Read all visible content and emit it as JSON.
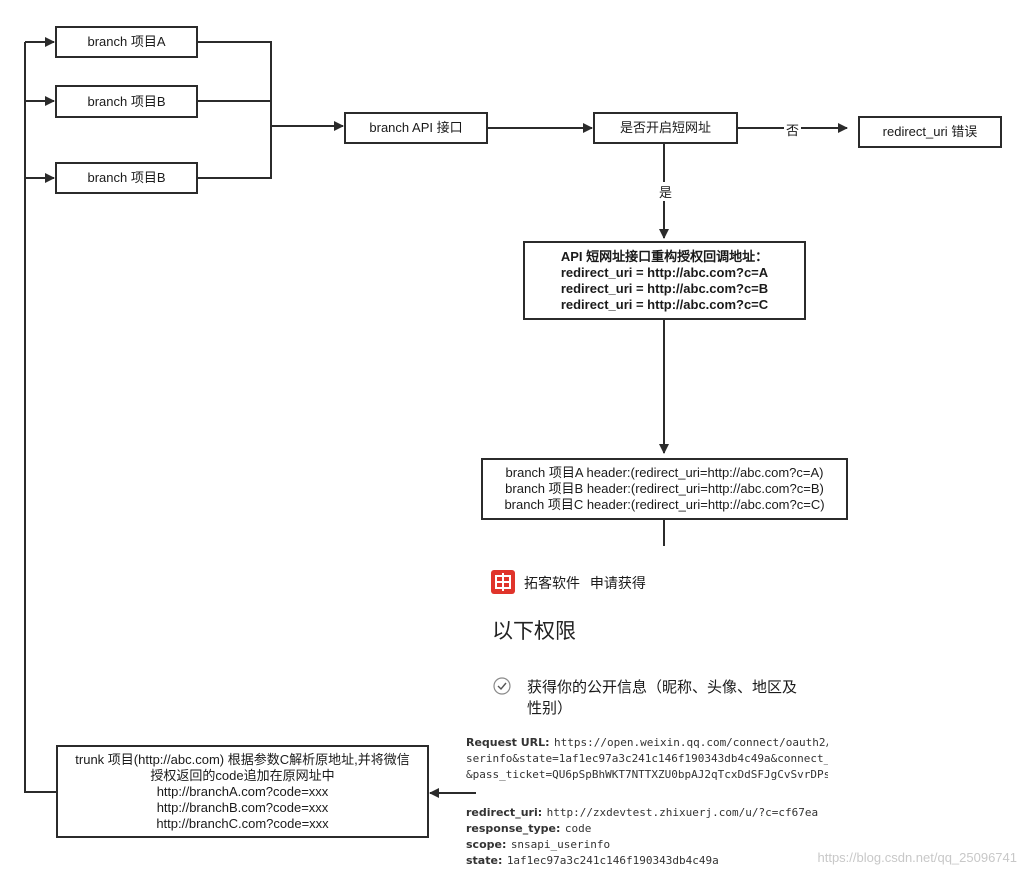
{
  "nodes": {
    "branch_a": "branch 项目A",
    "branch_b1": "branch 项目B",
    "branch_b2": "branch 项目B",
    "api": "branch API 接口",
    "decision": "是否开启短网址",
    "error": "redirect_uri 错误",
    "rebuild": [
      "API 短网址接口重构授权回调地址：",
      "redirect_uri = http://abc.com?c=A",
      "redirect_uri = http://abc.com?c=B",
      "redirect_uri = http://abc.com?c=C"
    ],
    "headers": [
      "branch 项目A header:(redirect_uri=http://abc.com?c=A)",
      "branch 项目B header:(redirect_uri=http://abc.com?c=B)",
      "branch 项目C header:(redirect_uri=http://abc.com?c=C)"
    ],
    "trunk": [
      "trunk 项目(http://abc.com) 根据参数C解析原地址,并将微信",
      "授权返回的code追加在原网址中",
      "http://branchA.com?code=xxx",
      "http://branchB.com?code=xxx",
      "http://branchC.com?code=xxx"
    ]
  },
  "edge_labels": {
    "no": "否",
    "yes": "是"
  },
  "auth": {
    "app_name": "拓客软件",
    "request_text": "申请获得",
    "permission_heading": "以下权限",
    "permission_item_line1": "获得你的公开信息（昵称、头像、地区及",
    "permission_item_line2": "性别）",
    "app_icon_color": "#e0342b"
  },
  "request": {
    "url_label": "Request URL:",
    "url_lines": [
      "https://open.weixin.qq.com/connect/oauth2/a",
      "serinfo&state=1af1ec97a3c241c146f190343db4c49a&connect_",
      "&pass_ticket=QU6pSpBhWKT7NTTXZU0bpAJ2qTcxDdSFJgCvSvrDPs"
    ],
    "params": [
      {
        "key": "redirect_uri:",
        "value": "http://zxdevtest.zhixuerj.com/u/?c=cf67ea"
      },
      {
        "key": "response_type:",
        "value": "code"
      },
      {
        "key": "scope:",
        "value": "snsapi_userinfo"
      },
      {
        "key": "state:",
        "value": "1af1ec97a3c241c146f190343db4c49a"
      }
    ]
  },
  "watermark": "https://blog.csdn.net/qq_25096741"
}
